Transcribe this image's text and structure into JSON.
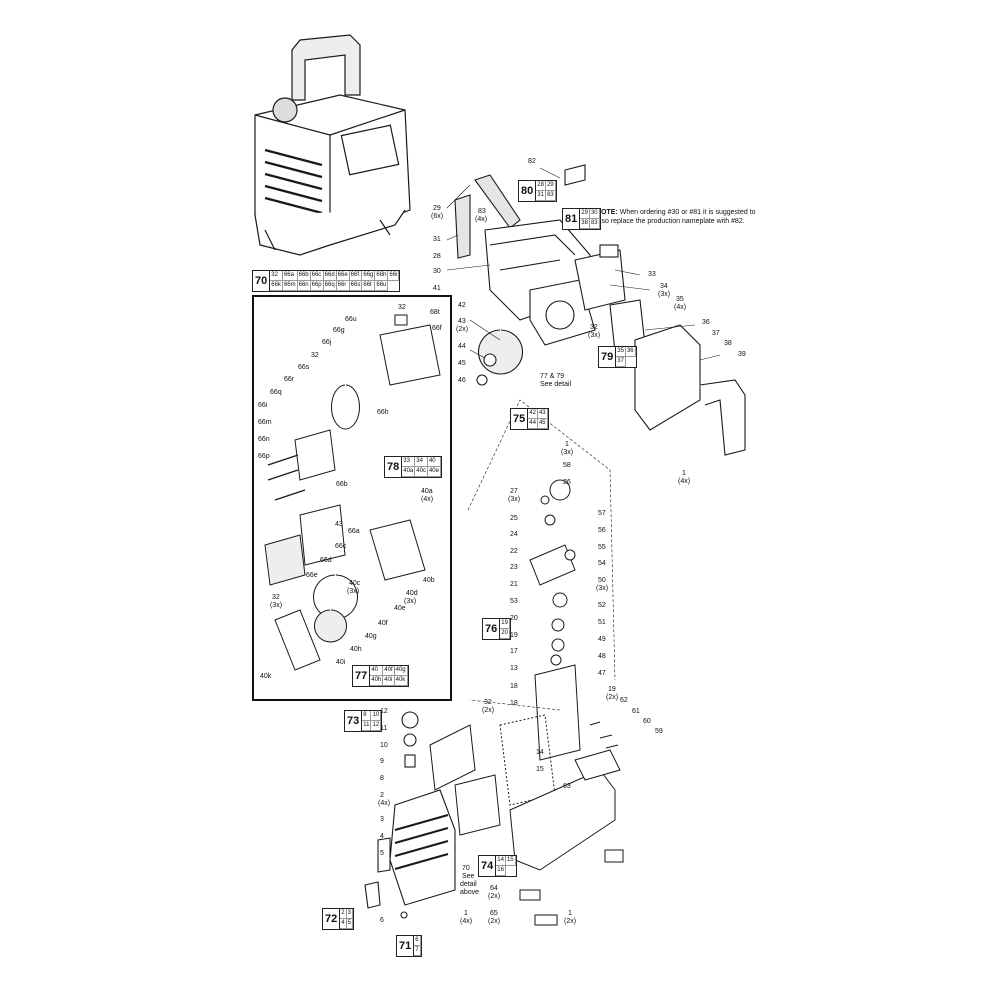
{
  "note": {
    "label": "NOTE:",
    "text": "When ordering #30 or #81 it is suggested to also replace the production nameplate with #82."
  },
  "kits": [
    {
      "id": "70",
      "parts": [
        "32",
        "66a",
        "66b",
        "66c",
        "66d",
        "66e",
        "66f",
        "66g",
        "66h",
        "66i",
        "66k",
        "66m",
        "66n",
        "66p",
        "66q",
        "66r",
        "66s",
        "66t",
        "66u"
      ],
      "cols": 10
    },
    {
      "id": "80",
      "parts": [
        "28",
        "29",
        "31",
        "83"
      ],
      "cols": 2
    },
    {
      "id": "81",
      "parts": [
        "29",
        "30",
        "38",
        "83"
      ],
      "cols": 2
    },
    {
      "id": "75",
      "parts": [
        "42",
        "43",
        "44",
        "45"
      ],
      "cols": 2
    },
    {
      "id": "79",
      "parts": [
        "35",
        "36",
        "37"
      ],
      "cols": 2
    },
    {
      "id": "78",
      "parts": [
        "33",
        "34",
        "40",
        "40a",
        "40c",
        "40e"
      ],
      "cols": 3
    },
    {
      "id": "76",
      "parts": [
        "19",
        "20"
      ],
      "cols": 1
    },
    {
      "id": "77",
      "parts": [
        "40",
        "40f",
        "40g",
        "40h",
        "40i",
        "40k"
      ],
      "cols": 3
    },
    {
      "id": "73",
      "parts": [
        "8",
        "10",
        "11",
        "12"
      ],
      "cols": 2
    },
    {
      "id": "74",
      "parts": [
        "14",
        "15",
        "16"
      ],
      "cols": 2
    },
    {
      "id": "72",
      "parts": [
        "2",
        "3",
        "4",
        "5"
      ],
      "cols": 2
    },
    {
      "id": "71",
      "parts": [
        "6",
        "7"
      ],
      "cols": 1
    }
  ],
  "labels": {
    "p82": "82",
    "p29": "29",
    "p29q": "(6x)",
    "p83": "83",
    "p83q": "(4x)",
    "p31": "31",
    "p28": "28",
    "p30": "30",
    "p33": "33",
    "p34": "34",
    "p34q": "(3x)",
    "p35": "35",
    "p35q": "(4x)",
    "p36": "36",
    "p37": "37",
    "p38": "38",
    "p39": "39",
    "p41": "41",
    "p42": "42",
    "p43": "43",
    "p43q": "(2x)",
    "p44": "44",
    "p45": "45",
    "p46": "46",
    "p32a": "32",
    "p32aq": "(3x)",
    "p7779": "77 & 79",
    "pseedetail": "See detail",
    "p1": "1",
    "p1q": "(4x)",
    "d68t": "68t",
    "d32a": "32",
    "d66u": "66u",
    "d66g": "66g",
    "d66f": "66f",
    "d66j": "66j",
    "d32b": "32",
    "d66s": "66s",
    "d66r": "66r",
    "d66q": "66q",
    "d66h": "66h",
    "d66i": "66i",
    "d66m": "66m",
    "d66n": "66n",
    "d66p": "66p",
    "d66b": "66b",
    "d43": "43",
    "d66a": "66a",
    "d66c": "66c",
    "d66d": "66d",
    "d66e": "66e",
    "d40a": "40a",
    "d40aq": "(4x)",
    "d40b": "40b",
    "d40c": "40c",
    "d40cq": "(3x)",
    "d40d": "40d",
    "d40dq": "(3x)",
    "d40e": "40e",
    "d40f": "40f",
    "d40g": "40g",
    "d40h": "40h",
    "d40i": "40i",
    "d40k": "40k",
    "d32c": "32",
    "d32cq": "(3x)",
    "m1": "1",
    "m1q": "(3x)",
    "m58": "58",
    "m26": "26",
    "m27": "27",
    "m27q": "(3x)",
    "m25": "25",
    "m57": "57",
    "m24": "24",
    "m56": "56",
    "m55": "55",
    "m22": "22",
    "m23": "23",
    "m54": "54",
    "m21": "21",
    "m50": "50",
    "m50q": "(3x)",
    "m53": "53",
    "m52": "52",
    "m20": "20",
    "m51": "51",
    "m19": "19",
    "m49": "49",
    "m17": "17",
    "m48": "48",
    "m47": "47",
    "m13": "13",
    "m18a": "18",
    "m18b": "18",
    "m32": "32",
    "m32q": "(2x)",
    "m19b": "19",
    "m19bq": "(2x)",
    "m62": "62",
    "m61": "61",
    "m60": "60",
    "m59": "59",
    "m14": "14",
    "m15": "15",
    "m63": "63",
    "l12": "12",
    "l11": "11",
    "l10": "10",
    "l9": "9",
    "l8": "8",
    "l2": "2",
    "l2q": "(4x)",
    "l3": "3",
    "l4": "4",
    "l5": "5",
    "l6": "6",
    "l1": "1",
    "l1q": "(4x)",
    "l70": "70",
    "l70b": "See",
    "l70c": "detail",
    "l70d": "above",
    "l64": "64",
    "l64q": "(2x)",
    "l65": "65",
    "l65q": "(2x)",
    "l1b": "1",
    "l1bq": "(2x)"
  },
  "colors": {
    "line": "#1a1a1a",
    "fill": "#ffffff",
    "shade": "#d9d9d9"
  }
}
